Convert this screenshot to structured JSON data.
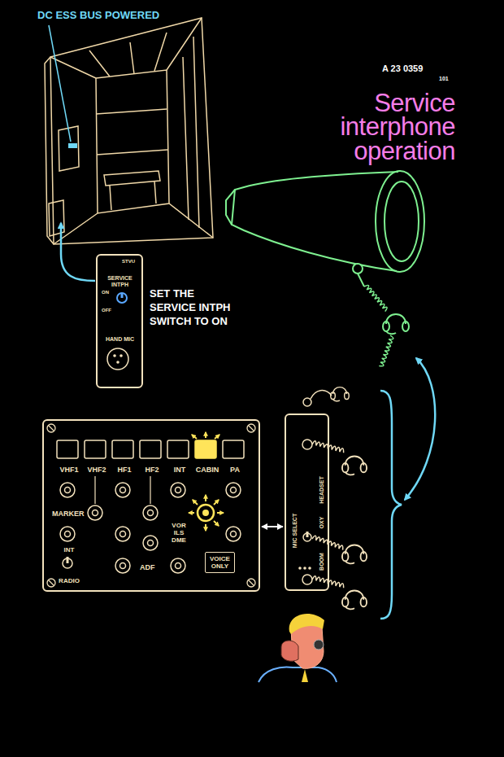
{
  "diagram": {
    "title": "Service interphone operation",
    "nodes": [
      {
        "text": [
          "STVU",
          "SERVICE INTPH",
          "ON",
          "OFF",
          "HAND MIC"
        ]
      },
      {
        "text": [
          "VHF1",
          "VHF2",
          "HF1",
          "HF2",
          "INT",
          "CABIN",
          "PA",
          "MARKER",
          "VOR ILS DME",
          "INT",
          "RADIO",
          "ADF"
        ]
      },
      {
        "text": [
          "VOICE ONLY"
        ],
        "in": 1
      },
      {
        "text": [
          "HEADSET",
          "MIC SELECT",
          "OXY",
          "BOOM"
        ]
      }
    ],
    "edges": [
      {
        "from": 1,
        "to": 3,
        "arrow": "both"
      }
    ],
    "labels": [
      "A 23 0359",
      "101",
      "DC ESS BUS POWERED",
      "SET THE SERVICE INTPH SWITCH TO ON"
    ]
  }
}
